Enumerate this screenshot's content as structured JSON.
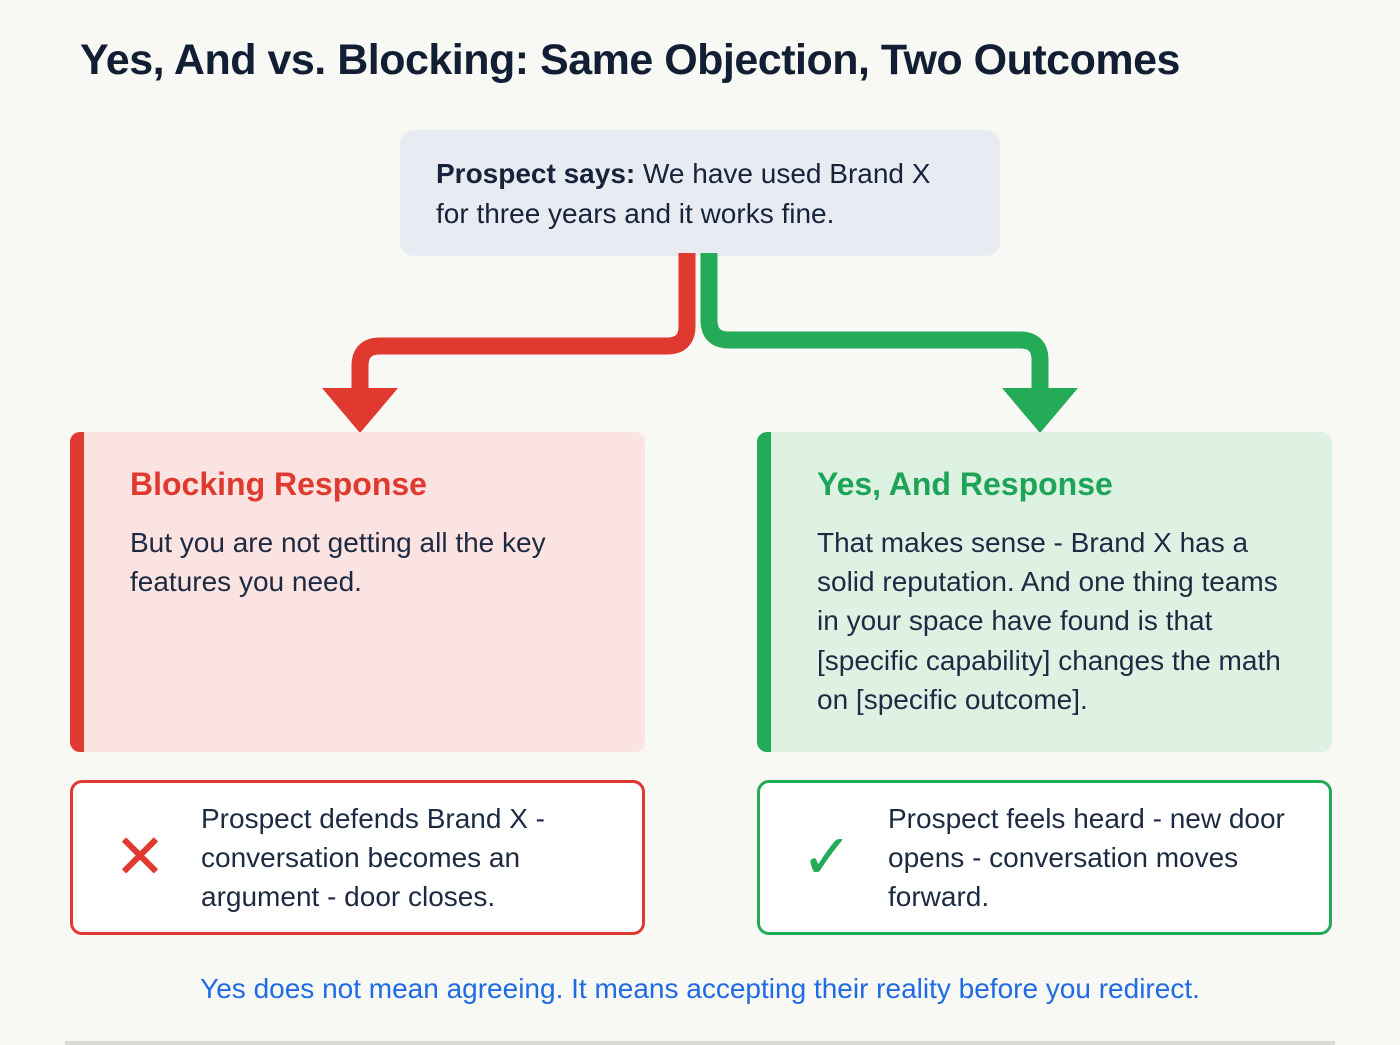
{
  "title": "Yes, And vs. Blocking: Same Objection, Two Outcomes",
  "prospect": {
    "label": "Prospect says:",
    "text": " We have used Brand X for three years and it works fine."
  },
  "blocking": {
    "heading": "Blocking Response",
    "body": "But you are not getting all the key features you need.",
    "outcome": "Prospect defends Brand X - conversation becomes an argument - door closes."
  },
  "yes_and": {
    "heading": "Yes, And Response",
    "body": "That makes sense - Brand X has a solid reputation. And one thing teams in your space have found is that [specific capability] changes the math on [specific outcome].",
    "outcome": "Prospect feels heard - new door opens - conversation moves forward."
  },
  "footer": {
    "caption": "Yes does not mean agreeing. It means accepting their reality before you redirect."
  },
  "icons": {
    "cross": "✕",
    "check": "✓"
  },
  "colors": {
    "red": "#e0392f",
    "green": "#23ab57",
    "blue": "#1f6be4",
    "dark_text": "#16233b",
    "blocking_card_bg": "#fae3e1",
    "yesand_card_bg": "#def2e4",
    "prospect_box_bg": "#e8ebf1",
    "page_bg": "#f8f8f5"
  }
}
